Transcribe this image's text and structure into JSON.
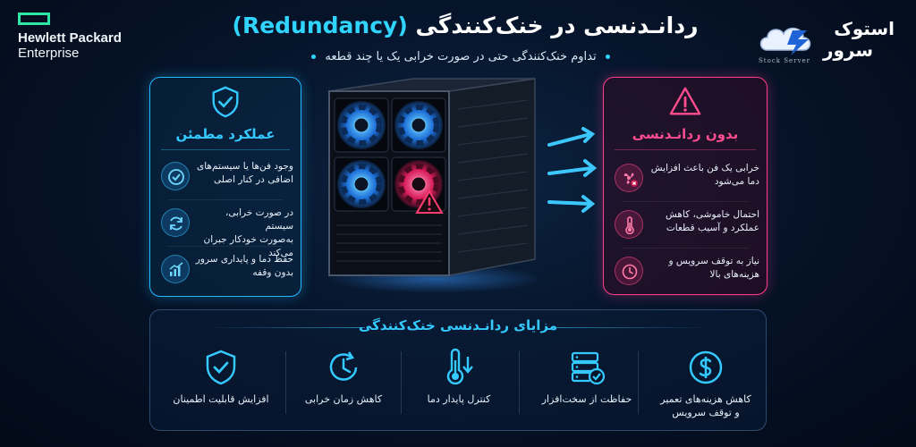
{
  "logo_left": {
    "line1": "Hewlett Packard",
    "line2": "Enterprise",
    "accent": "#2ee6a6"
  },
  "brand": {
    "line1": "استوک",
    "line2": "سرور",
    "sub": "Stock Server"
  },
  "header": {
    "title_fa": "ردانـدنسی در خنک‌کنندگی",
    "title_en": "(Redundancy)",
    "subtitle": "تداوم خنک‌کنندگی حتی در صورت خرابی یک یا چند قطعه"
  },
  "colors": {
    "accent_blue": "#34c9ff",
    "accent_pink": "#ff4d8f",
    "background": "#06142a"
  },
  "left_card": {
    "icon": "shield-check-icon",
    "title": "عملکرد مطمئن",
    "items": [
      {
        "icon": "check-circle-icon",
        "line1": "وجود فن‌ها یا سیستم‌های",
        "line2": "اضافی در کنار اصلی"
      },
      {
        "icon": "refresh-icon",
        "line1": "در صورت خرابی، سیستم",
        "line2": "به‌صورت خودکار جبران می‌کند"
      },
      {
        "icon": "chart-up-icon",
        "line1": "حفظ دما و پایداری سرور",
        "line2": "بدون وقفه"
      }
    ]
  },
  "right_card": {
    "icon": "warning-icon",
    "title": "بدون ردانـدنسی",
    "items": [
      {
        "icon": "broken-fan-icon",
        "line1": "خرابی یک فن باعث افزایش",
        "line2": "دما می‌شود"
      },
      {
        "icon": "thermometer-icon",
        "line1": "احتمال خاموشی، کاهش",
        "line2": "عملکرد و آسیب قطعات"
      },
      {
        "icon": "clock-icon",
        "line1": "نیاز به توقف سرویس و",
        "line2": "هزینه‌های بالا"
      }
    ]
  },
  "bottom": {
    "title": "مزایای ردانـدنسی خنک‌کنندگی",
    "benefits": [
      {
        "icon": "shield-check-icon",
        "line1": "افزایش قابلیت اطمینان",
        "line2": ""
      },
      {
        "icon": "clock-icon",
        "line1": "کاهش زمان خرابی",
        "line2": ""
      },
      {
        "icon": "thermometer-icon",
        "line1": "کنترل پایدار دما",
        "line2": ""
      },
      {
        "icon": "server-check-icon",
        "line1": "حفاظت از سخت‌افزار",
        "line2": ""
      },
      {
        "icon": "dollar-icon",
        "line1": "کاهش هزینه‌های تعمیر",
        "line2": "و توقف سرویس"
      }
    ]
  }
}
